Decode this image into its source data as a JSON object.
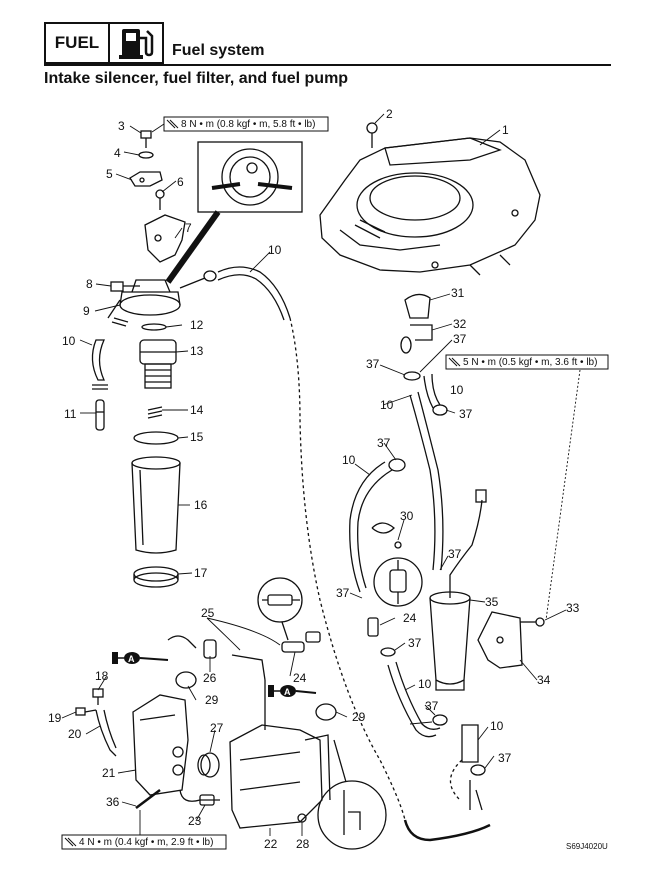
{
  "header": {
    "section_tag": "FUEL",
    "section_title": "Fuel system",
    "icon": "fuel-pump-icon"
  },
  "subtitle": "Intake silencer, fuel filter, and fuel pump",
  "torque_specs": {
    "t8": "8 N • m (0.8 kgf • m, 5.8 ft • lb)",
    "t5": "5 N • m (0.5 kgf • m, 3.6 ft • lb)",
    "t4": "4 N • m (0.4 kgf • m, 2.9 ft • lb)"
  },
  "marker_letter": "A",
  "drawing_code": "S69J4020U",
  "callouts": {
    "c1": "1",
    "c2": "2",
    "c3": "3",
    "c4": "4",
    "c5": "5",
    "c6": "6",
    "c7": "7",
    "c8": "8",
    "c9": "9",
    "c10a": "10",
    "c10b": "10",
    "c10c": "10",
    "c10d": "10",
    "c10e": "10",
    "c10f": "10",
    "c10g": "10",
    "c11": "11",
    "c12": "12",
    "c13": "13",
    "c14": "14",
    "c15": "15",
    "c16": "16",
    "c17": "17",
    "c18": "18",
    "c19": "19",
    "c20": "20",
    "c21": "21",
    "c22": "22",
    "c23": "23",
    "c24a": "24",
    "c24b": "24",
    "c25": "25",
    "c26": "26",
    "c27": "27",
    "c28": "28",
    "c29a": "29",
    "c29b": "29",
    "c30": "30",
    "c31": "31",
    "c32": "32",
    "c33": "33",
    "c34": "34",
    "c35": "35",
    "c36": "36",
    "c37a": "37",
    "c37b": "37",
    "c37c": "37",
    "c37d": "37",
    "c37e": "37",
    "c37f": "37",
    "c37g": "37",
    "c37h": "37",
    "c37i": "37"
  }
}
